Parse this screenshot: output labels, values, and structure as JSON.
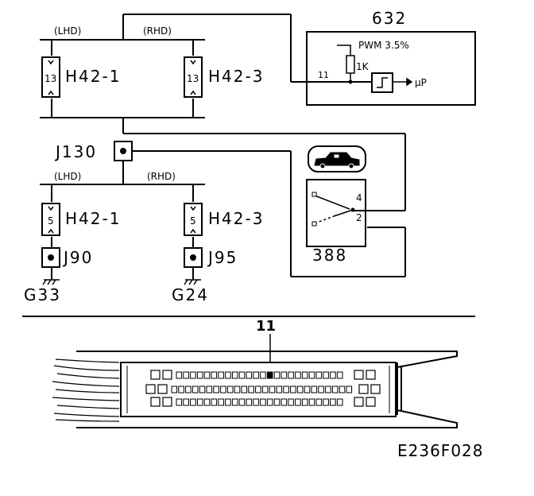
{
  "labels": {
    "lhd_top": "(LHD)",
    "rhd_top": "(RHD)",
    "lhd_bottom": "(LHD)",
    "rhd_bottom": "(RHD)",
    "connector_h42_1_top": "H42-1",
    "connector_h42_3_top": "H42-3",
    "connector_h42_1_bottom": "H42-1",
    "connector_h42_3_bottom": "H42-3",
    "pin_13_left": "13",
    "pin_13_right": "13",
    "pin_5_left": "5",
    "pin_5_right": "5",
    "splice_j130": "J130",
    "splice_j90": "J90",
    "splice_j95": "J95",
    "ground_g33": "G33",
    "ground_g24": "G24",
    "module_632": "632",
    "pwm": "PWM 3.5%",
    "resistor": "1K",
    "wire_11": "11",
    "mu_p": "µP",
    "switch_388": "388",
    "switch_pin_4": "4",
    "switch_pin_2": "2",
    "connector_pin_callout": "11",
    "figure_code": "E236F028"
  },
  "icons": {
    "car": "car-icon",
    "ground": "ground-icon",
    "resistor": "resistor-icon",
    "schmitt_trigger": "schmitt-trigger-icon"
  }
}
